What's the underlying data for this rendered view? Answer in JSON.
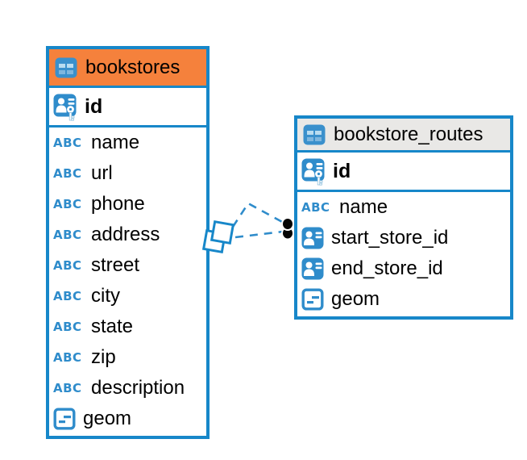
{
  "colors": {
    "table_border_blue": "#1787c9",
    "icon_blue": "#2f8ccb",
    "header_orange": "#f5813c",
    "header_gray": "#e9e8e6",
    "text": "#000000",
    "connector_dot": "#050505"
  },
  "icons": {
    "text_type_glyph": "ABC"
  },
  "tables": [
    {
      "name": "bookstores",
      "header_color": "#f5813c",
      "columns": [
        {
          "name": "id",
          "type": "primary-key"
        },
        {
          "name": "name",
          "type": "text"
        },
        {
          "name": "url",
          "type": "text"
        },
        {
          "name": "phone",
          "type": "text"
        },
        {
          "name": "address",
          "type": "text"
        },
        {
          "name": "street",
          "type": "text"
        },
        {
          "name": "city",
          "type": "text"
        },
        {
          "name": "state",
          "type": "text"
        },
        {
          "name": "zip",
          "type": "text"
        },
        {
          "name": "description",
          "type": "text"
        },
        {
          "name": "geom",
          "type": "geometry"
        }
      ]
    },
    {
      "name": "bookstore_routes",
      "header_color": "#e9e8e6",
      "columns": [
        {
          "name": "id",
          "type": "primary-key"
        },
        {
          "name": "name",
          "type": "text"
        },
        {
          "name": "start_store_id",
          "type": "foreign-key"
        },
        {
          "name": "end_store_id",
          "type": "foreign-key"
        },
        {
          "name": "geom",
          "type": "geometry"
        }
      ]
    }
  ],
  "connectors": {
    "count": 2,
    "style": "dashed",
    "from_table": "bookstores",
    "to_table": "bookstore_routes",
    "from_marker": "overlapping-squares",
    "to_marker": "overlapping-dots"
  }
}
